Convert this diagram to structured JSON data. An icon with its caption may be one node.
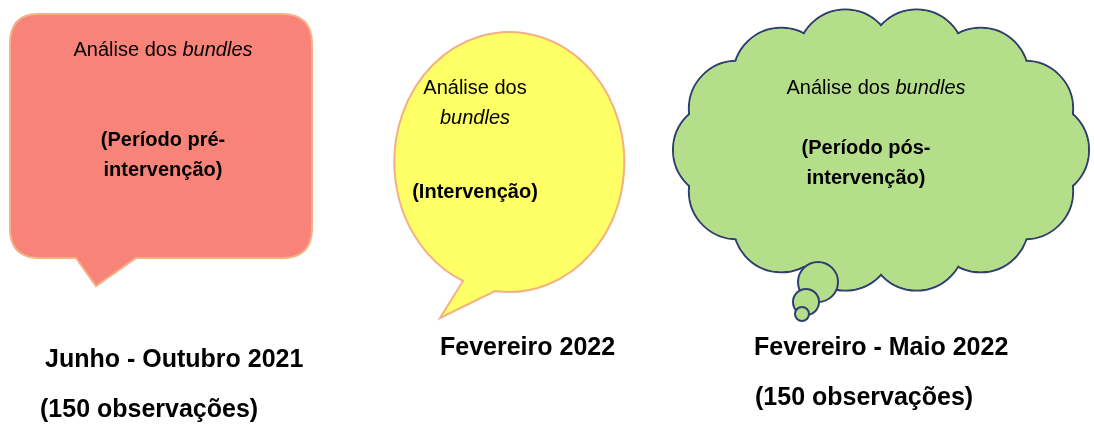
{
  "diagram": {
    "nodes": [
      {
        "text": [
          "Análise dos *bundles*",
          "(Período pré-intervenção)"
        ],
        "beside": [
          "Junho - Outubro 2021",
          "(150 observações)"
        ]
      },
      {
        "text": [
          "Análise dos *bundles*",
          "(Intervenção)"
        ],
        "beside": [
          "Fevereiro 2022"
        ]
      },
      {
        "text": [
          "Análise dos *bundles*",
          "(Período pós-intervenção)"
        ],
        "beside": [
          "Fevereiro - Maio 2022",
          "(150 observações)"
        ]
      }
    ]
  }
}
